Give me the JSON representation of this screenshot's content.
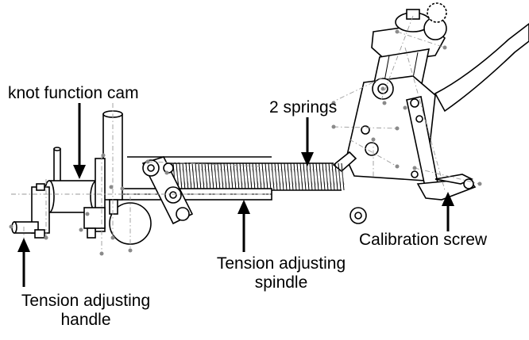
{
  "labels": {
    "knot_cam": "knot function cam",
    "springs": "2 springs",
    "calibration": "Calibration screw",
    "spindle_line1": "Tension adjusting",
    "spindle_line2": "spindle",
    "handle_line1": "Tension adjusting",
    "handle_line2": "handle"
  }
}
